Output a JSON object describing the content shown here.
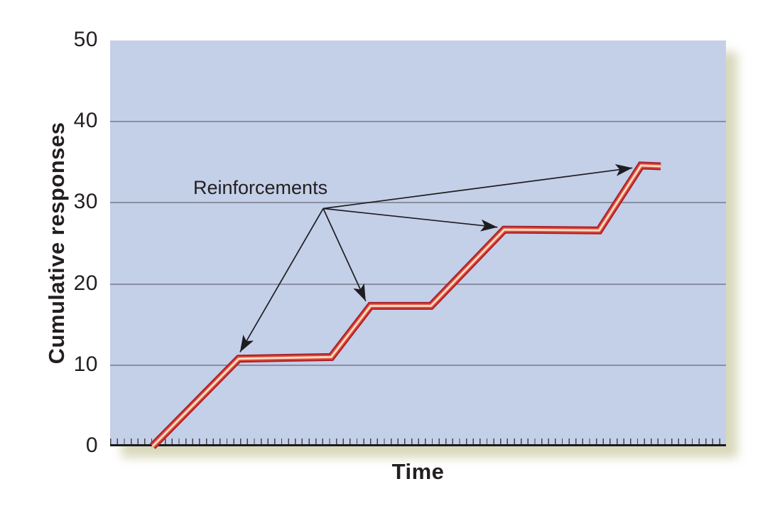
{
  "colors": {
    "plot_background": "#c4cfe8",
    "gridline": "#8a90a1",
    "axis_line": "#1a1a20",
    "tick": "#40444e",
    "text": "#231f20",
    "line_outer": "#a8202a",
    "line_mid": "#e04a3b",
    "line_core": "#f9dcc0",
    "arrow": "#1d1d21",
    "shadow": "#d6d6b8"
  },
  "chart_data": {
    "type": "line",
    "title": "",
    "xlabel": "Time",
    "ylabel": "Cumulative responses",
    "xlim": [
      0,
      100
    ],
    "ylim": [
      0,
      50
    ],
    "yticks": [
      0,
      10,
      20,
      30,
      40,
      50
    ],
    "gridline_values": [
      10,
      20,
      30,
      40
    ],
    "grid": "horizontal only",
    "x_axis_style": "dense unlabeled ruler ticks",
    "x_tick_count": 90,
    "legend": "none",
    "series": [
      {
        "name": "Cumulative responses (stepped scallop curve)",
        "points": [
          [
            6.9,
            0
          ],
          [
            20.9,
            10.8
          ],
          [
            35.9,
            11.0
          ],
          [
            42.3,
            17.3
          ],
          [
            52.1,
            17.3
          ],
          [
            64.0,
            26.7
          ],
          [
            79.4,
            26.6
          ],
          [
            86.2,
            34.6
          ],
          [
            89.4,
            34.5
          ]
        ]
      }
    ],
    "annotation": {
      "label": "Reinforcements",
      "origin": [
        34.6,
        29.3
      ],
      "arrow_targets": [
        [
          21.1,
          11.6
        ],
        [
          41.5,
          17.9
        ],
        [
          62.9,
          27.0
        ],
        [
          84.8,
          34.3
        ]
      ]
    }
  }
}
